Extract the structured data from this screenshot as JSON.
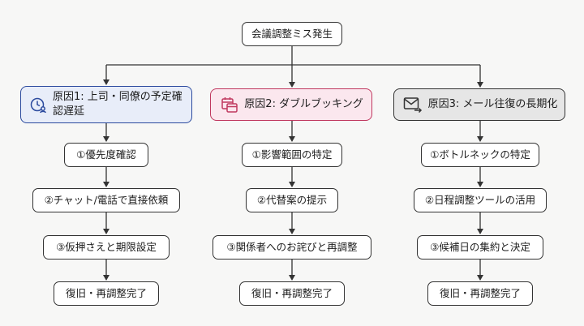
{
  "root": {
    "label": "会議調整ミス発生"
  },
  "causes": [
    {
      "label": "原因1: 上司・同僚の予定確認遅延",
      "icon": "clock-user-icon",
      "color": "#2b4a9e",
      "steps": [
        "①優先度確認",
        "②チャット/電話で直接依頼",
        "③仮押さえと期限設定",
        "復旧・再調整完了"
      ]
    },
    {
      "label": "原因2: ダブルブッキング",
      "icon": "calendar-conflict-icon",
      "color": "#c0385f",
      "steps": [
        "①影響範囲の特定",
        "②代替案の提示",
        "③関係者へのお詫びと再調整",
        "復旧・再調整完了"
      ]
    },
    {
      "label": "原因3: メール往復の長期化",
      "icon": "mail-forward-icon",
      "color": "#333333",
      "steps": [
        "①ボトルネックの特定",
        "②日程調整ツールの活用",
        "③候補日の集約と決定",
        "復旧・再調整完了"
      ]
    }
  ]
}
